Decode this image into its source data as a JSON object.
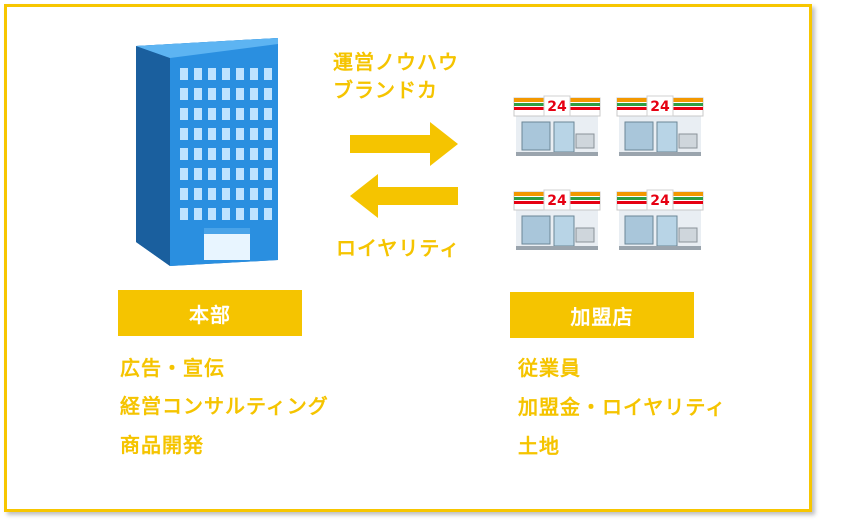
{
  "flow": {
    "to_store_line1": "運営ノウハウ",
    "to_store_line2": "ブランドカ",
    "to_hq": "ロイヤリティ"
  },
  "hq": {
    "label": "本部",
    "items": [
      "広告・宣伝",
      "経営コンサルティング",
      "商品開発"
    ]
  },
  "franchise": {
    "label": "加盟店",
    "items": [
      "従業員",
      "加盟金・ロイヤリティ",
      "土地"
    ]
  },
  "stores": [
    {
      "sign": "24"
    },
    {
      "sign": "24"
    },
    {
      "sign": "24"
    },
    {
      "sign": "24"
    }
  ],
  "colors": {
    "accent": "#f5c400",
    "building": "#1e88d6",
    "store_red": "#e60012",
    "store_green": "#2f9e44",
    "store_orange": "#f39800"
  }
}
